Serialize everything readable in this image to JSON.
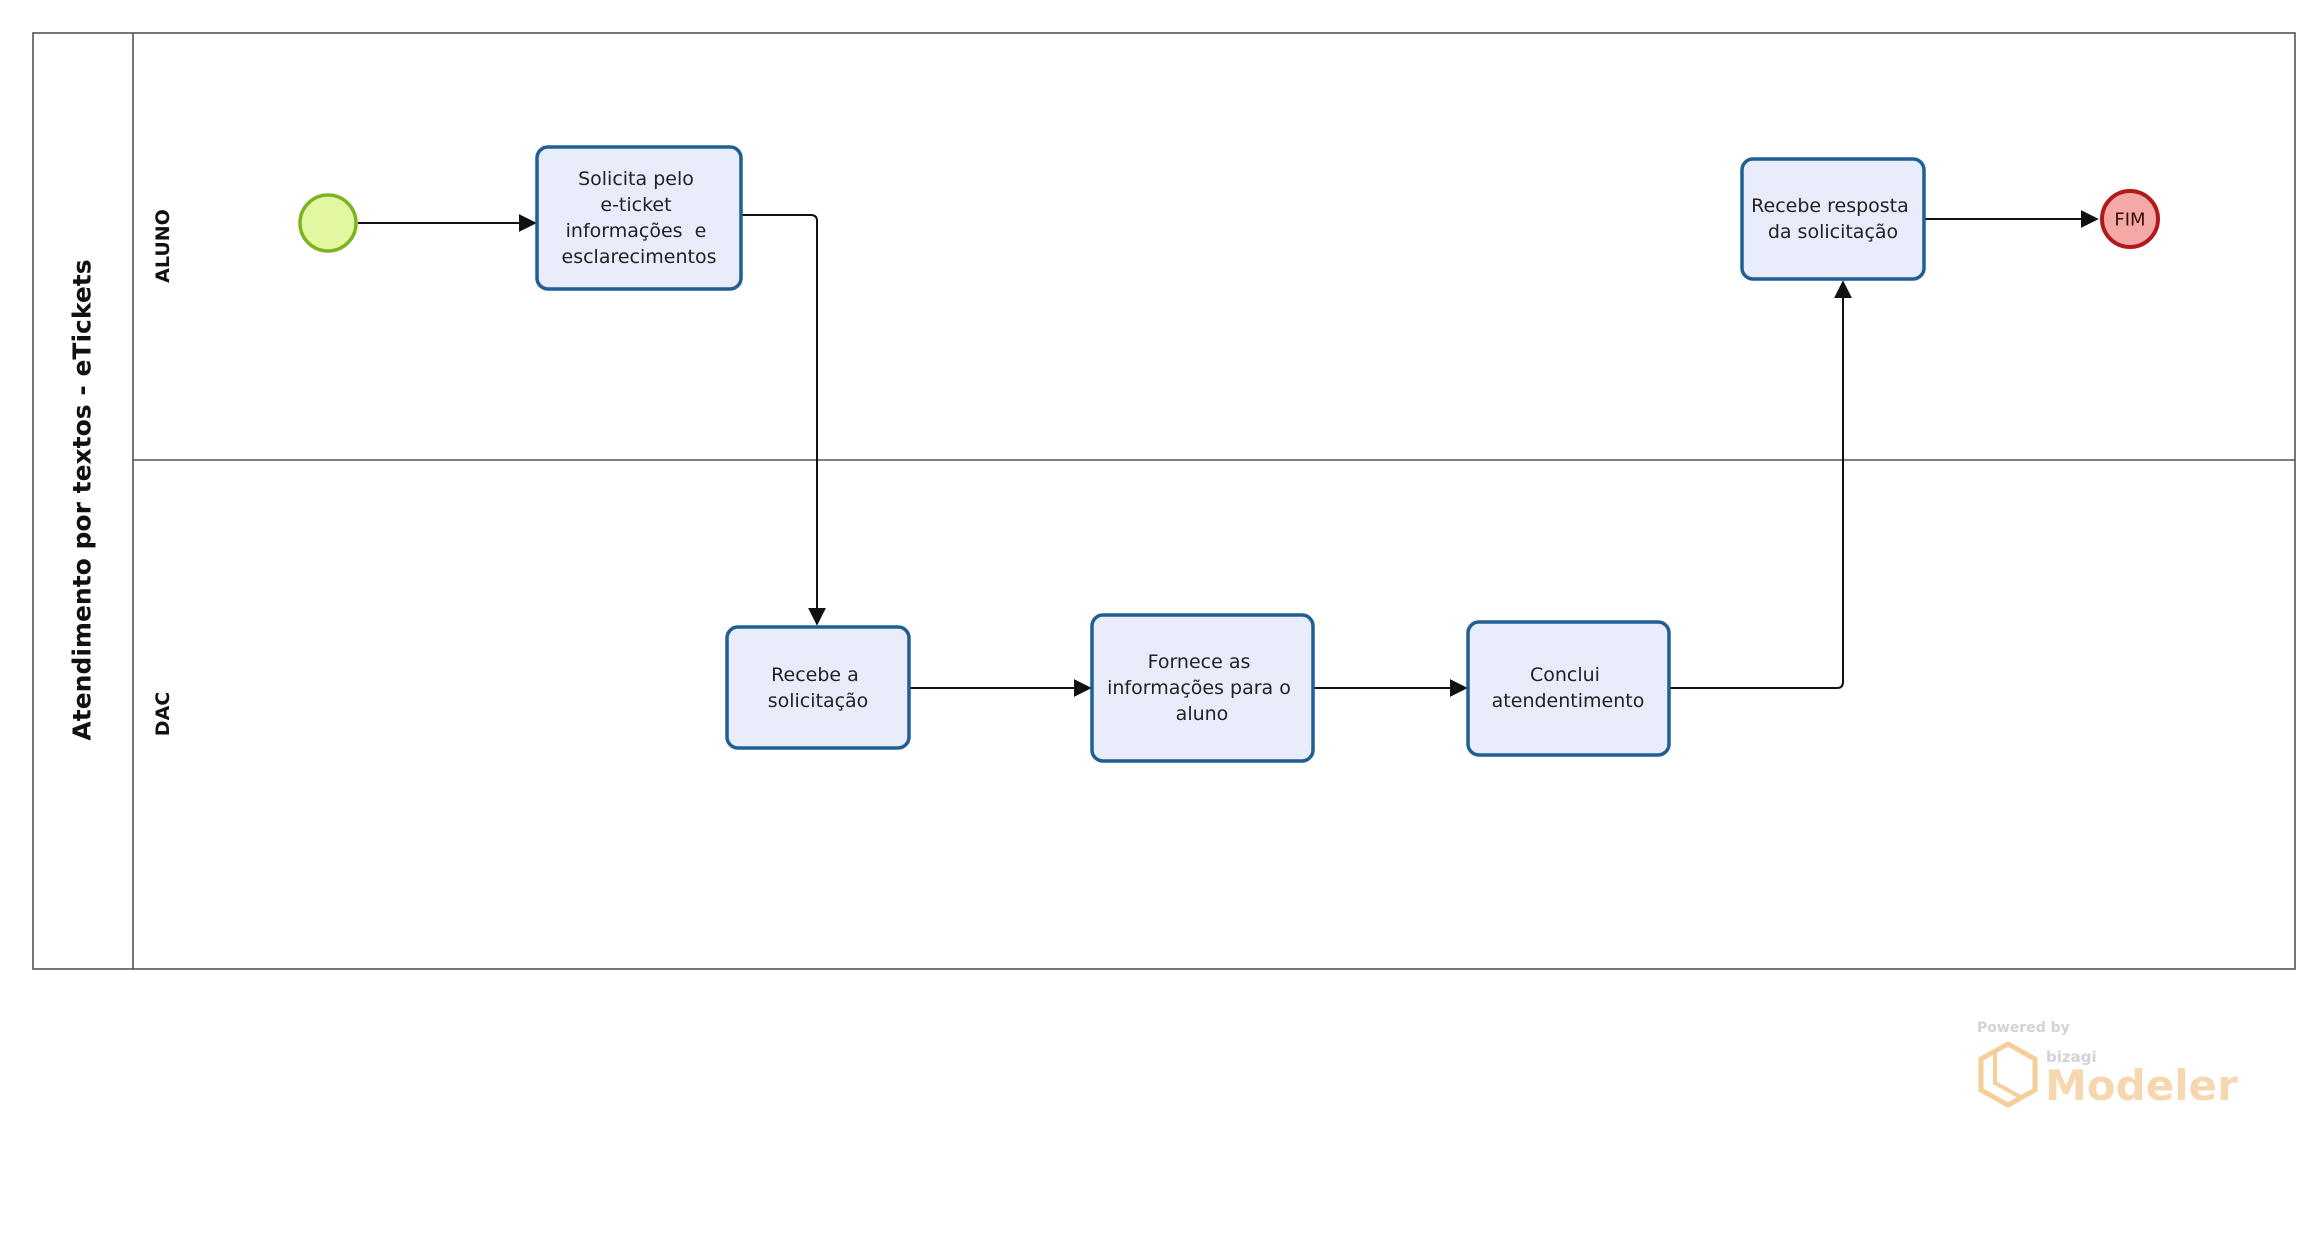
{
  "pool": {
    "title": "Atendimento por textos - eTickets"
  },
  "lanes": [
    {
      "id": "aluno",
      "title": "ALUNO"
    },
    {
      "id": "dac",
      "title": "DAC"
    }
  ],
  "tasks": {
    "solicita": {
      "lines": [
        "Solicita pelo",
        "e-ticket",
        "informações  e",
        "esclarecimentos"
      ]
    },
    "recebe": {
      "lines": [
        "Recebe a",
        "solicitação"
      ]
    },
    "fornece": {
      "lines": [
        "Fornece as",
        "informações para o",
        "aluno"
      ]
    },
    "conclui": {
      "lines": [
        "Conclui",
        "atendentimento"
      ]
    },
    "recebe_resposta": {
      "lines": [
        "Recebe resposta",
        "da solicitação"
      ]
    }
  },
  "end_event": {
    "label": "FIM"
  },
  "watermark": {
    "powered_by": "Powered by",
    "brand": "bizagi",
    "product": "Modeler"
  },
  "colors": {
    "task_fill": "#e8ecfb",
    "task_stroke": "#1f5f93",
    "start_fill": "#e3f7a0",
    "start_stroke": "#7cb31f",
    "end_fill": "#f4a9a6",
    "end_stroke": "#b01a1a",
    "line": "#111111",
    "lane_stroke": "#555555",
    "watermark_logo": "#f6c98f"
  }
}
